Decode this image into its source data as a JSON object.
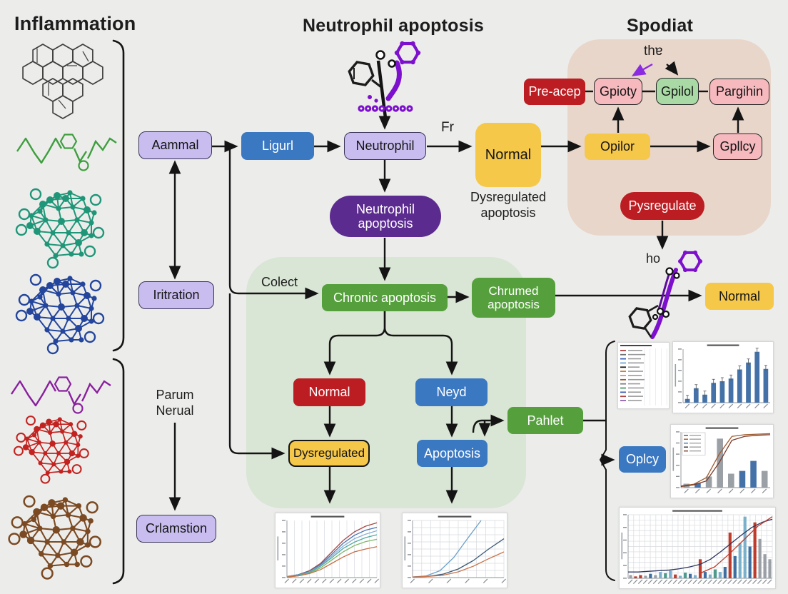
{
  "titles": {
    "inflammation": "Inflammation",
    "neutrophil_apoptosis": "Neutrophil apoptosis",
    "spodiat": "Spodiat"
  },
  "labels": {
    "fr": "Fr",
    "colect": "Colect",
    "tha": "thɐ",
    "ho": "ho",
    "parum": [
      "Parum",
      "Nerual"
    ],
    "normal_caption": [
      "Dysregulated",
      "apoptosis"
    ]
  },
  "nodes": {
    "aammal": {
      "label": "Aammal",
      "color": "lavender"
    },
    "ligurl": {
      "label": "Ligurl",
      "color": "blue"
    },
    "neutrophil": {
      "label": "Neutrophil",
      "color": "lavender"
    },
    "normal_top": {
      "label": "Normal",
      "color": "yellow"
    },
    "neutrophil_apoptosis": {
      "label": "Neutrophil apoptosis",
      "color": "purple"
    },
    "iritration": {
      "label": "Iritration",
      "color": "lavender"
    },
    "crlamstion": {
      "label": "Crlamstion",
      "color": "lavender"
    },
    "chronic": {
      "label": "Chronic apoptosis",
      "color": "green"
    },
    "chrumed": {
      "label": "Chrumed apoptosis",
      "color": "green"
    },
    "normal_red": {
      "label": "Normal",
      "color": "red"
    },
    "neyd": {
      "label": "Neyd",
      "color": "blue"
    },
    "dysregulated": {
      "label": "Dysregulated",
      "color": "yellow"
    },
    "apoptosis": {
      "label": "Apoptosis",
      "color": "blue"
    },
    "pahlet": {
      "label": "Pahlet",
      "color": "green"
    },
    "normal_right": {
      "label": "Normal",
      "color": "yellow"
    },
    "pre_acep": {
      "label": "Pre-acep",
      "color": "red"
    },
    "gpioty": {
      "label": "Gpioty",
      "color": "pink"
    },
    "gpilol": {
      "label": "Gpilol",
      "color": "lightgreen"
    },
    "pargihin": {
      "label": "Pargihin",
      "color": "pink"
    },
    "opilor": {
      "label": "Opilor",
      "color": "yellow"
    },
    "gpllcy": {
      "label": "Gpllcy",
      "color": "pink"
    },
    "pysregulate": {
      "label": "Pysregulate",
      "color": "red"
    },
    "oplcy": {
      "label": "Oplcy",
      "color": "blue"
    }
  },
  "colors": {
    "lavender": "#c9bdf0",
    "blue": "#3b78c2",
    "yellow": "#f6c84a",
    "red": "#bb1d22",
    "purple": "#5c2b8f",
    "green": "#55a03c",
    "pink": "#f6b9be",
    "lightgreen": "#a9d9a4",
    "panel_pink": "#e9d6ca",
    "panel_green": "#d9e5d5",
    "arrow": "#141414",
    "molecule_purple": "#7d10cc"
  },
  "molecules": [
    "polycyclic-aromatic-molecule",
    "green-polymer-chain",
    "teal-protein-cluster",
    "blue-protein-cluster",
    "purple-polymer-chain",
    "red-protein-cluster",
    "brown-protein-cluster",
    "ligand-receptor-complex-top",
    "ligand-receptor-complex-right",
    "purple-bead-chain"
  ],
  "chart_data": [
    {
      "id": "sigmoid-curves",
      "type": "line",
      "title": "(illegible)",
      "grid": "v",
      "vn": 12,
      "xticks": 12,
      "ml": 16,
      "series": [
        {
          "name": "curve-1",
          "color": "#a84848",
          "values": [
            0.02,
            0.05,
            0.12,
            0.25,
            0.45,
            0.65,
            0.8,
            0.9,
            0.96
          ]
        },
        {
          "name": "curve-2",
          "color": "#4a72b0",
          "values": [
            0.02,
            0.05,
            0.11,
            0.23,
            0.41,
            0.6,
            0.74,
            0.83,
            0.88
          ]
        },
        {
          "name": "curve-3",
          "color": "#88b0d8",
          "values": [
            0.02,
            0.04,
            0.1,
            0.21,
            0.38,
            0.55,
            0.68,
            0.76,
            0.82
          ]
        },
        {
          "name": "curve-4",
          "color": "#50a8a0",
          "values": [
            0.01,
            0.04,
            0.09,
            0.2,
            0.35,
            0.51,
            0.62,
            0.7,
            0.75
          ]
        },
        {
          "name": "curve-5",
          "color": "#7cb868",
          "values": [
            0.01,
            0.03,
            0.08,
            0.17,
            0.31,
            0.45,
            0.56,
            0.63,
            0.67
          ]
        },
        {
          "name": "curve-6",
          "color": "#c47048",
          "values": [
            0.01,
            0.03,
            0.07,
            0.14,
            0.25,
            0.36,
            0.45,
            0.5,
            0.54
          ]
        }
      ]
    },
    {
      "id": "growth-curves",
      "type": "line",
      "title": "(illegible)",
      "grid": "vh",
      "vn": 10,
      "hn": 8,
      "xticks": 5,
      "ml": 14,
      "series": [
        {
          "name": "steep",
          "color": "#6aa0c8",
          "x": [
            0,
            0.15,
            0.3,
            0.45,
            0.6,
            0.75
          ],
          "y": [
            0.01,
            0.03,
            0.12,
            0.35,
            0.68,
            1.0
          ]
        },
        {
          "name": "mid",
          "color": "#3c5a78",
          "values": [
            0.01,
            0.02,
            0.06,
            0.15,
            0.3,
            0.5,
            0.68
          ]
        },
        {
          "name": "low",
          "color": "#c87850",
          "values": [
            0.01,
            0.02,
            0.04,
            0.1,
            0.2,
            0.33,
            0.45
          ]
        }
      ]
    },
    {
      "id": "legend-list",
      "type": "table",
      "title": "(illegible)",
      "rows": [
        {
          "color": "#b04040",
          "w": 20
        },
        {
          "color": "#707070",
          "w": 24
        },
        {
          "color": "#4060b8",
          "w": 18
        },
        {
          "color": "#70a8d0",
          "w": 22
        },
        {
          "color": "#202020",
          "w": 16
        },
        {
          "color": "#c08040",
          "w": 21
        },
        {
          "color": "#d090a0",
          "w": 19
        },
        {
          "color": "#906030",
          "w": 23
        },
        {
          "color": "#808080",
          "w": 17
        },
        {
          "color": "#48a060",
          "w": 22
        },
        {
          "color": "#4060b8",
          "w": 18
        },
        {
          "color": "#b04040",
          "w": 21
        },
        {
          "color": "#9060b0",
          "w": 19
        }
      ]
    },
    {
      "id": "bar-ascending",
      "type": "bar",
      "title": "(illegible)",
      "color": "#4472a8",
      "error": true,
      "ml": 14,
      "values": [
        0.07,
        0.27,
        0.15,
        0.37,
        0.4,
        0.45,
        0.62,
        0.75,
        0.95,
        0.63
      ]
    },
    {
      "id": "bar-mixed",
      "type": "bar",
      "title": "(illegible)",
      "ml": 14,
      "legend_rows": 5,
      "bars": [
        {
          "v": 0.07,
          "c": "#9aa0a6"
        },
        {
          "v": 0.08,
          "c": "#4472a8"
        },
        {
          "v": 0.2,
          "c": "#9aa0a6"
        },
        {
          "v": 0.88,
          "c": "#9aa0a6"
        },
        {
          "v": 0.25,
          "c": "#9aa0a6"
        },
        {
          "v": 0.3,
          "c": "#4472a8"
        },
        {
          "v": 0.48,
          "c": "#4472a8"
        },
        {
          "v": 0.3,
          "c": "#9aa0a6"
        }
      ],
      "series": [
        {
          "name": "trend-1",
          "color": "#a05a2c",
          "values": [
            0.03,
            0.06,
            0.18,
            0.6,
            0.92,
            0.95,
            0.96,
            0.97
          ]
        },
        {
          "name": "trend-2",
          "color": "#7c3a28",
          "values": [
            0.02,
            0.05,
            0.12,
            0.45,
            0.85,
            0.92,
            0.94,
            0.95
          ]
        }
      ]
    },
    {
      "id": "bar-wide",
      "type": "bar",
      "title": "(illegible)",
      "grid": "vh",
      "vn": 26,
      "hn": 12,
      "ml": 12,
      "thin": true,
      "bars": [
        {
          "v": 0.05,
          "c": "#9aa0a6"
        },
        {
          "v": 0.03,
          "c": "#bf3b2b"
        },
        {
          "v": 0.05,
          "c": "#bf3b2b"
        },
        {
          "v": 0.04,
          "c": "#9aa0a6"
        },
        {
          "v": 0.07,
          "c": "#3f6fa0"
        },
        {
          "v": 0.05,
          "c": "#9aa0a6"
        },
        {
          "v": 0.1,
          "c": "#7ab0cc"
        },
        {
          "v": 0.08,
          "c": "#4f9a8c"
        },
        {
          "v": 0.12,
          "c": "#7ab0cc"
        },
        {
          "v": 0.06,
          "c": "#bf3b2b"
        },
        {
          "v": 0.04,
          "c": "#7ab0cc"
        },
        {
          "v": 0.09,
          "c": "#4f9a8c"
        },
        {
          "v": 0.07,
          "c": "#3f6fa0"
        },
        {
          "v": 0.05,
          "c": "#7ab0cc"
        },
        {
          "v": 0.3,
          "c": "#bf3b2b"
        },
        {
          "v": 0.1,
          "c": "#3f6fa0"
        },
        {
          "v": 0.06,
          "c": "#7ab0cc"
        },
        {
          "v": 0.14,
          "c": "#4f9a8c"
        },
        {
          "v": 0.1,
          "c": "#7ab0cc"
        },
        {
          "v": 0.18,
          "c": "#3f6fa0"
        },
        {
          "v": 0.72,
          "c": "#bf3b2b"
        },
        {
          "v": 0.35,
          "c": "#3f6fa0"
        },
        {
          "v": 0.55,
          "c": "#7ab0cc"
        },
        {
          "v": 0.97,
          "c": "#7ab0cc"
        },
        {
          "v": 0.5,
          "c": "#3f6fa0"
        },
        {
          "v": 0.88,
          "c": "#bf3b2b"
        },
        {
          "v": 0.62,
          "c": "#9aa0a6"
        },
        {
          "v": 0.38,
          "c": "#9aa0a6"
        },
        {
          "v": 0.3,
          "c": "#9aa0a6"
        }
      ],
      "series": [
        {
          "name": "s-curve",
          "color": "#2c3460",
          "values": [
            0.1,
            0.1,
            0.11,
            0.12,
            0.13,
            0.15,
            0.18,
            0.22,
            0.3,
            0.42,
            0.55,
            0.68,
            0.8,
            0.88,
            0.93
          ]
        },
        {
          "name": "red-curve",
          "color": "#c0392b",
          "x": [
            0.5,
            0.6,
            0.7,
            0.8,
            0.9,
            1
          ],
          "y": [
            0.08,
            0.18,
            0.38,
            0.6,
            0.82,
            0.97
          ]
        }
      ]
    }
  ]
}
